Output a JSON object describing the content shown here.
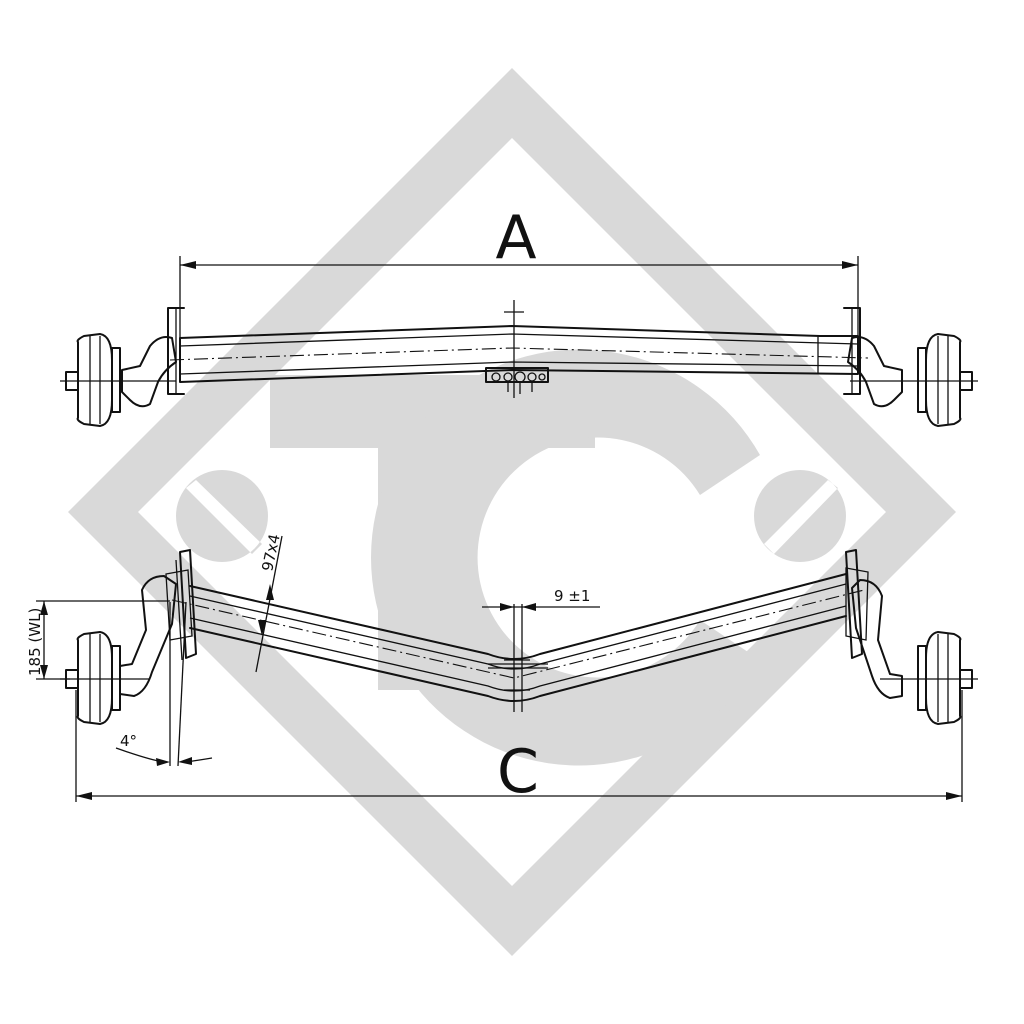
{
  "labels": {
    "dimension_a": "A",
    "dimension_c": "C",
    "tube_section": "97x4",
    "offset": "9 ±1",
    "wheel_height": "185 (WL)",
    "angle": "4°"
  },
  "colors": {
    "line": "#111111",
    "watermark": "#d9d9d9",
    "background": "#ffffff"
  }
}
